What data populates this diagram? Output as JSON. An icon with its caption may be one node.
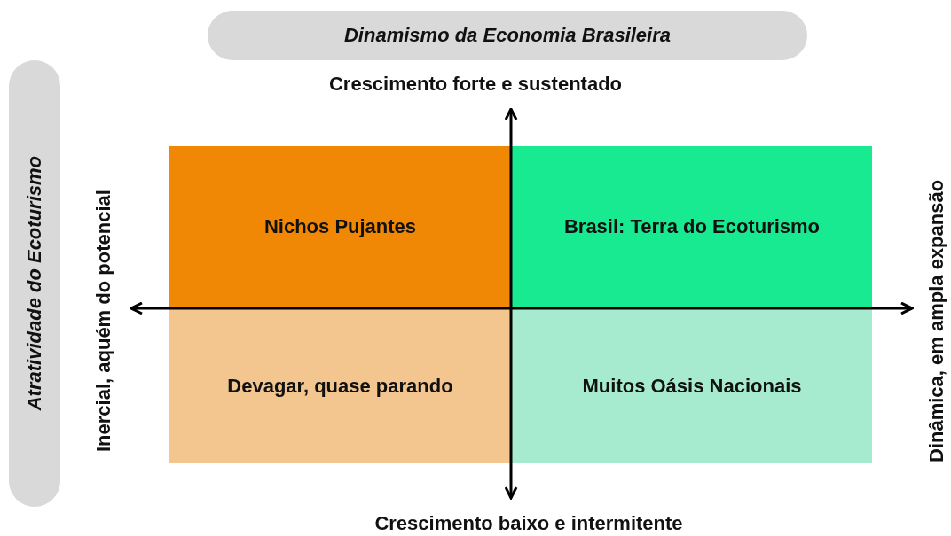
{
  "diagram": {
    "nodes": [
      {
        "text": [
          "Dinamismo da Economia Brasileira"
        ]
      },
      {
        "text": [
          "Atratividade do Ecoturismo"
        ]
      },
      {
        "text": [
          "Nichos Pujantes"
        ]
      },
      {
        "text": [
          "Brasil: Terra do Ecoturismo"
        ]
      },
      {
        "text": [
          "Devagar, quase parando"
        ]
      },
      {
        "text": [
          "Muitos Oásis Nacionais"
        ]
      }
    ],
    "edges": [],
    "labels": [
      "Crescimento forte e sustentado",
      "Inercial, aquém do potencial",
      "Dinâmica, em ampla expansão",
      "Crescimento baixo e intermitente"
    ]
  }
}
